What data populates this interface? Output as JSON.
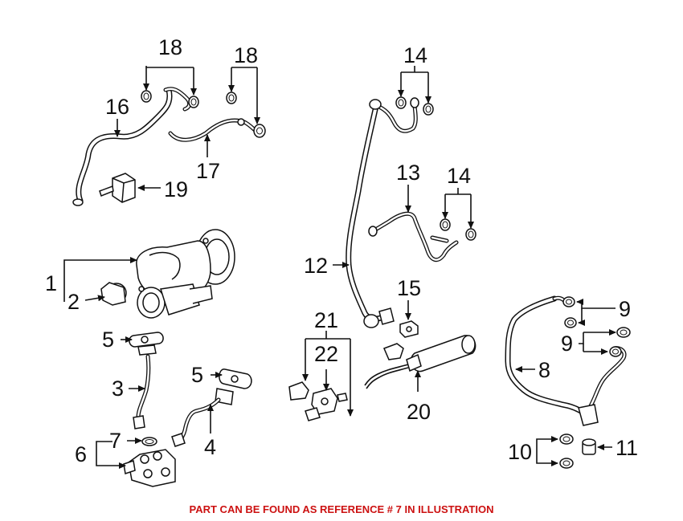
{
  "callouts": {
    "c1": "1",
    "c2": "2",
    "c3": "3",
    "c4": "4",
    "c5a": "5",
    "c5b": "5",
    "c6": "6",
    "c7": "7",
    "c8": "8",
    "c9a": "9",
    "c9b": "9",
    "c10": "10",
    "c11": "11",
    "c12": "12",
    "c13": "13",
    "c14a": "14",
    "c14b": "14",
    "c15": "15",
    "c16": "16",
    "c17": "17",
    "c18a": "18",
    "c18b": "18",
    "c19": "19",
    "c20": "20",
    "c21": "21",
    "c22": "22"
  },
  "caption": {
    "text": "PART CAN BE FOUND AS REFERENCE # 7 IN ILLUSTRATION",
    "color": "#cc1111"
  }
}
